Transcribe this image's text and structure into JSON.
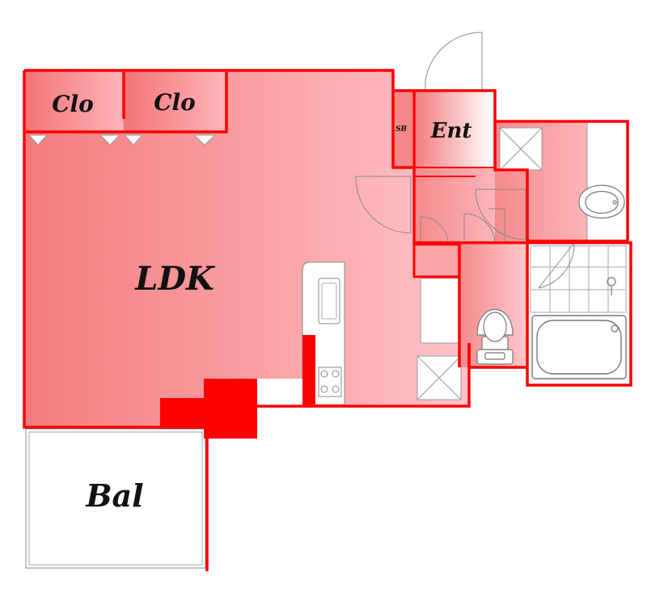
{
  "plan": {
    "rooms": {
      "ldk": "LDK",
      "clo_1": "Clo",
      "clo_2": "Clo",
      "entrance": "Ent",
      "shoe_box": "SB",
      "balcony": "Bal"
    }
  },
  "colors": {
    "wall": "#ff0000",
    "fill_light": "#ffc0c6",
    "fill_dark": "#f47b7d",
    "balcony": "#ffffff",
    "fixture_line": "#888888"
  }
}
